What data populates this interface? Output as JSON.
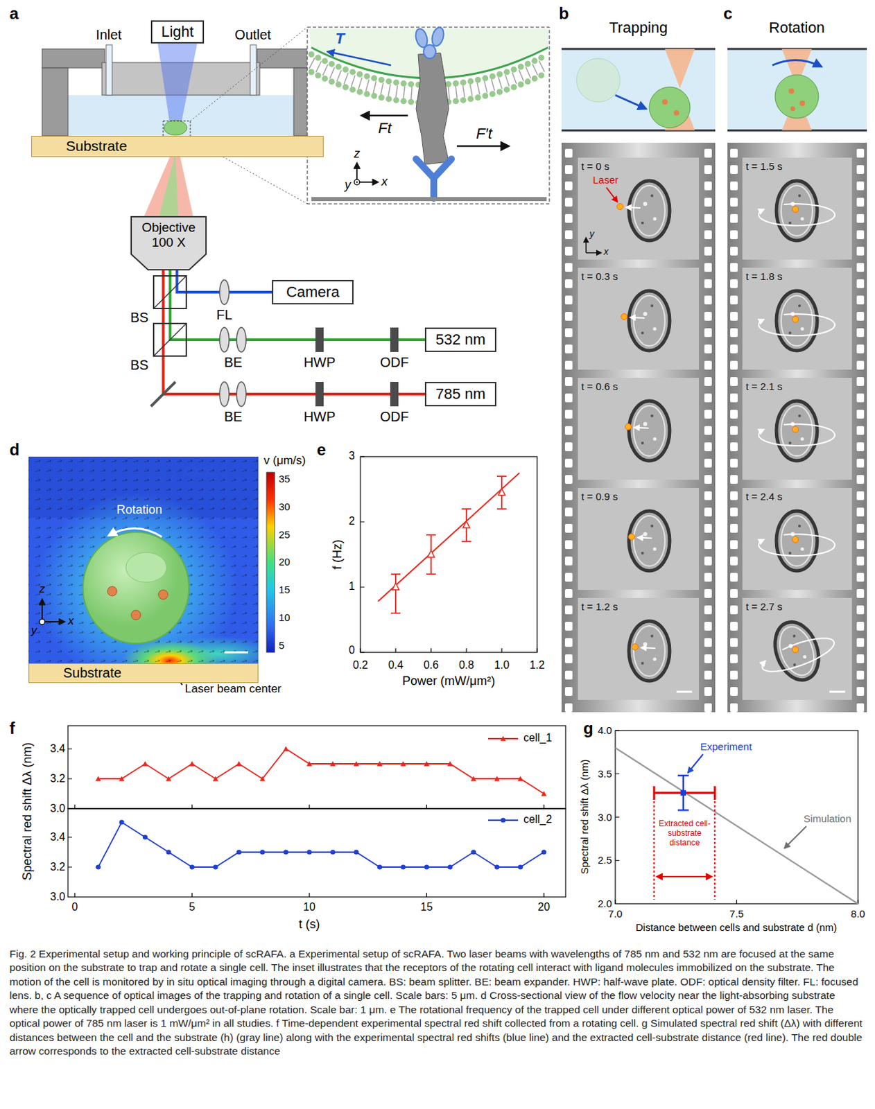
{
  "diagram": {
    "caption": "Fig. 2 Experimental setup and working principle of scRAFA. a Experimental setup of scRAFA. Two laser beams with wavelengths of 785 nm and 532 nm are focused at the same position on the substrate to trap and rotate a single cell. The inset illustrates that the receptors of the rotating cell interact with ligand molecules immobilized on the substrate. The motion of the cell is monitored by in situ optical imaging through a digital camera. BS: beam splitter. BE: beam expander. HWP: half-wave plate. ODF: optical density filter. FL: focused lens. b, c A sequence of optical images of the trapping and rotation of a single cell. Scale bars: 5 μm. d Cross-sectional view of the flow velocity near the light-absorbing substrate where the optically trapped cell undergoes out-of-plane rotation. Scale bar: 1 μm. e The rotational frequency of the trapped cell under different optical power of 532 nm laser. The optical power of 785 nm laser is 1 mW/μm² in all studies. f Time-dependent experimental spectral red shift collected from a rotating cell. g Simulated spectral red shift (Δλ) with different distances between the cell and the substrate (h) (gray line) along with the experimental spectral red shifts (blue line) and the extracted cell-substrate distance (red line). The red double arrow corresponds to the extracted cell-substrate distance",
    "nodes": [
      {
        "text": [
          "Light"
        ]
      },
      {
        "text": [
          "Substrate"
        ]
      },
      {
        "text": [
          "Objective",
          "100 X"
        ]
      },
      {
        "text": [
          "Camera"
        ]
      },
      {
        "text": [
          "532 nm"
        ]
      },
      {
        "text": [
          "785 nm"
        ]
      },
      {
        "text": [
          "Substrate"
        ]
      }
    ],
    "edges": [
      {
        "from": 5,
        "to": 2,
        "arrow": "none"
      },
      {
        "from": 4,
        "to": 2,
        "arrow": "none"
      },
      {
        "from": 2,
        "to": 3,
        "arrow": "none"
      }
    ],
    "labels": [
      "a",
      "Inlet",
      "Outlet",
      "T",
      "Ft",
      "F′t",
      "z",
      "x",
      "y",
      "BS",
      "FL",
      "BS",
      "BE",
      "HWP",
      "ODF",
      "BE",
      "HWP",
      "ODF",
      "b",
      "Trapping",
      "t = 0 s",
      "Laser",
      "y",
      "x",
      "t = 0.3 s",
      "t = 0.6 s",
      "t = 0.9 s",
      "t = 1.2 s",
      "c",
      "Rotation",
      "t = 1.5 s",
      "t = 1.8 s",
      "t = 2.1 s",
      "t = 2.4 s",
      "t = 2.7 s",
      "d",
      "v (μm/s)",
      "35",
      "30",
      "25",
      "20",
      "15",
      "10",
      "5",
      "Rotation",
      "z",
      "x",
      "y",
      "Laser beam center",
      "e",
      "f (Hz)",
      "3",
      "2",
      "1",
      "0",
      "0.2",
      "0.4",
      "0.6",
      "0.8",
      "1.0",
      "1.2",
      "Power (mW/μm²)",
      "f",
      "Spectral red shift Δλ (nm)",
      "3.4",
      "3.2",
      "3.0",
      "3.4",
      "3.2",
      "3.0",
      "0",
      "5",
      "10",
      "15",
      "20",
      "t (s)",
      "g",
      "Experiment",
      "Simulation",
      "Extracted cell-substrate distance",
      "4.0",
      "3.5",
      "3.0",
      "2.5",
      "2.0",
      "7.0",
      "7.5",
      "8.0",
      "Distance between cells and substrate d (nm)",
      "Spectral red shift Δλ (nm)"
    ],
    "legend": [
      {
        "text": "cell_1"
      },
      {
        "text": "cell_2"
      }
    ]
  }
}
